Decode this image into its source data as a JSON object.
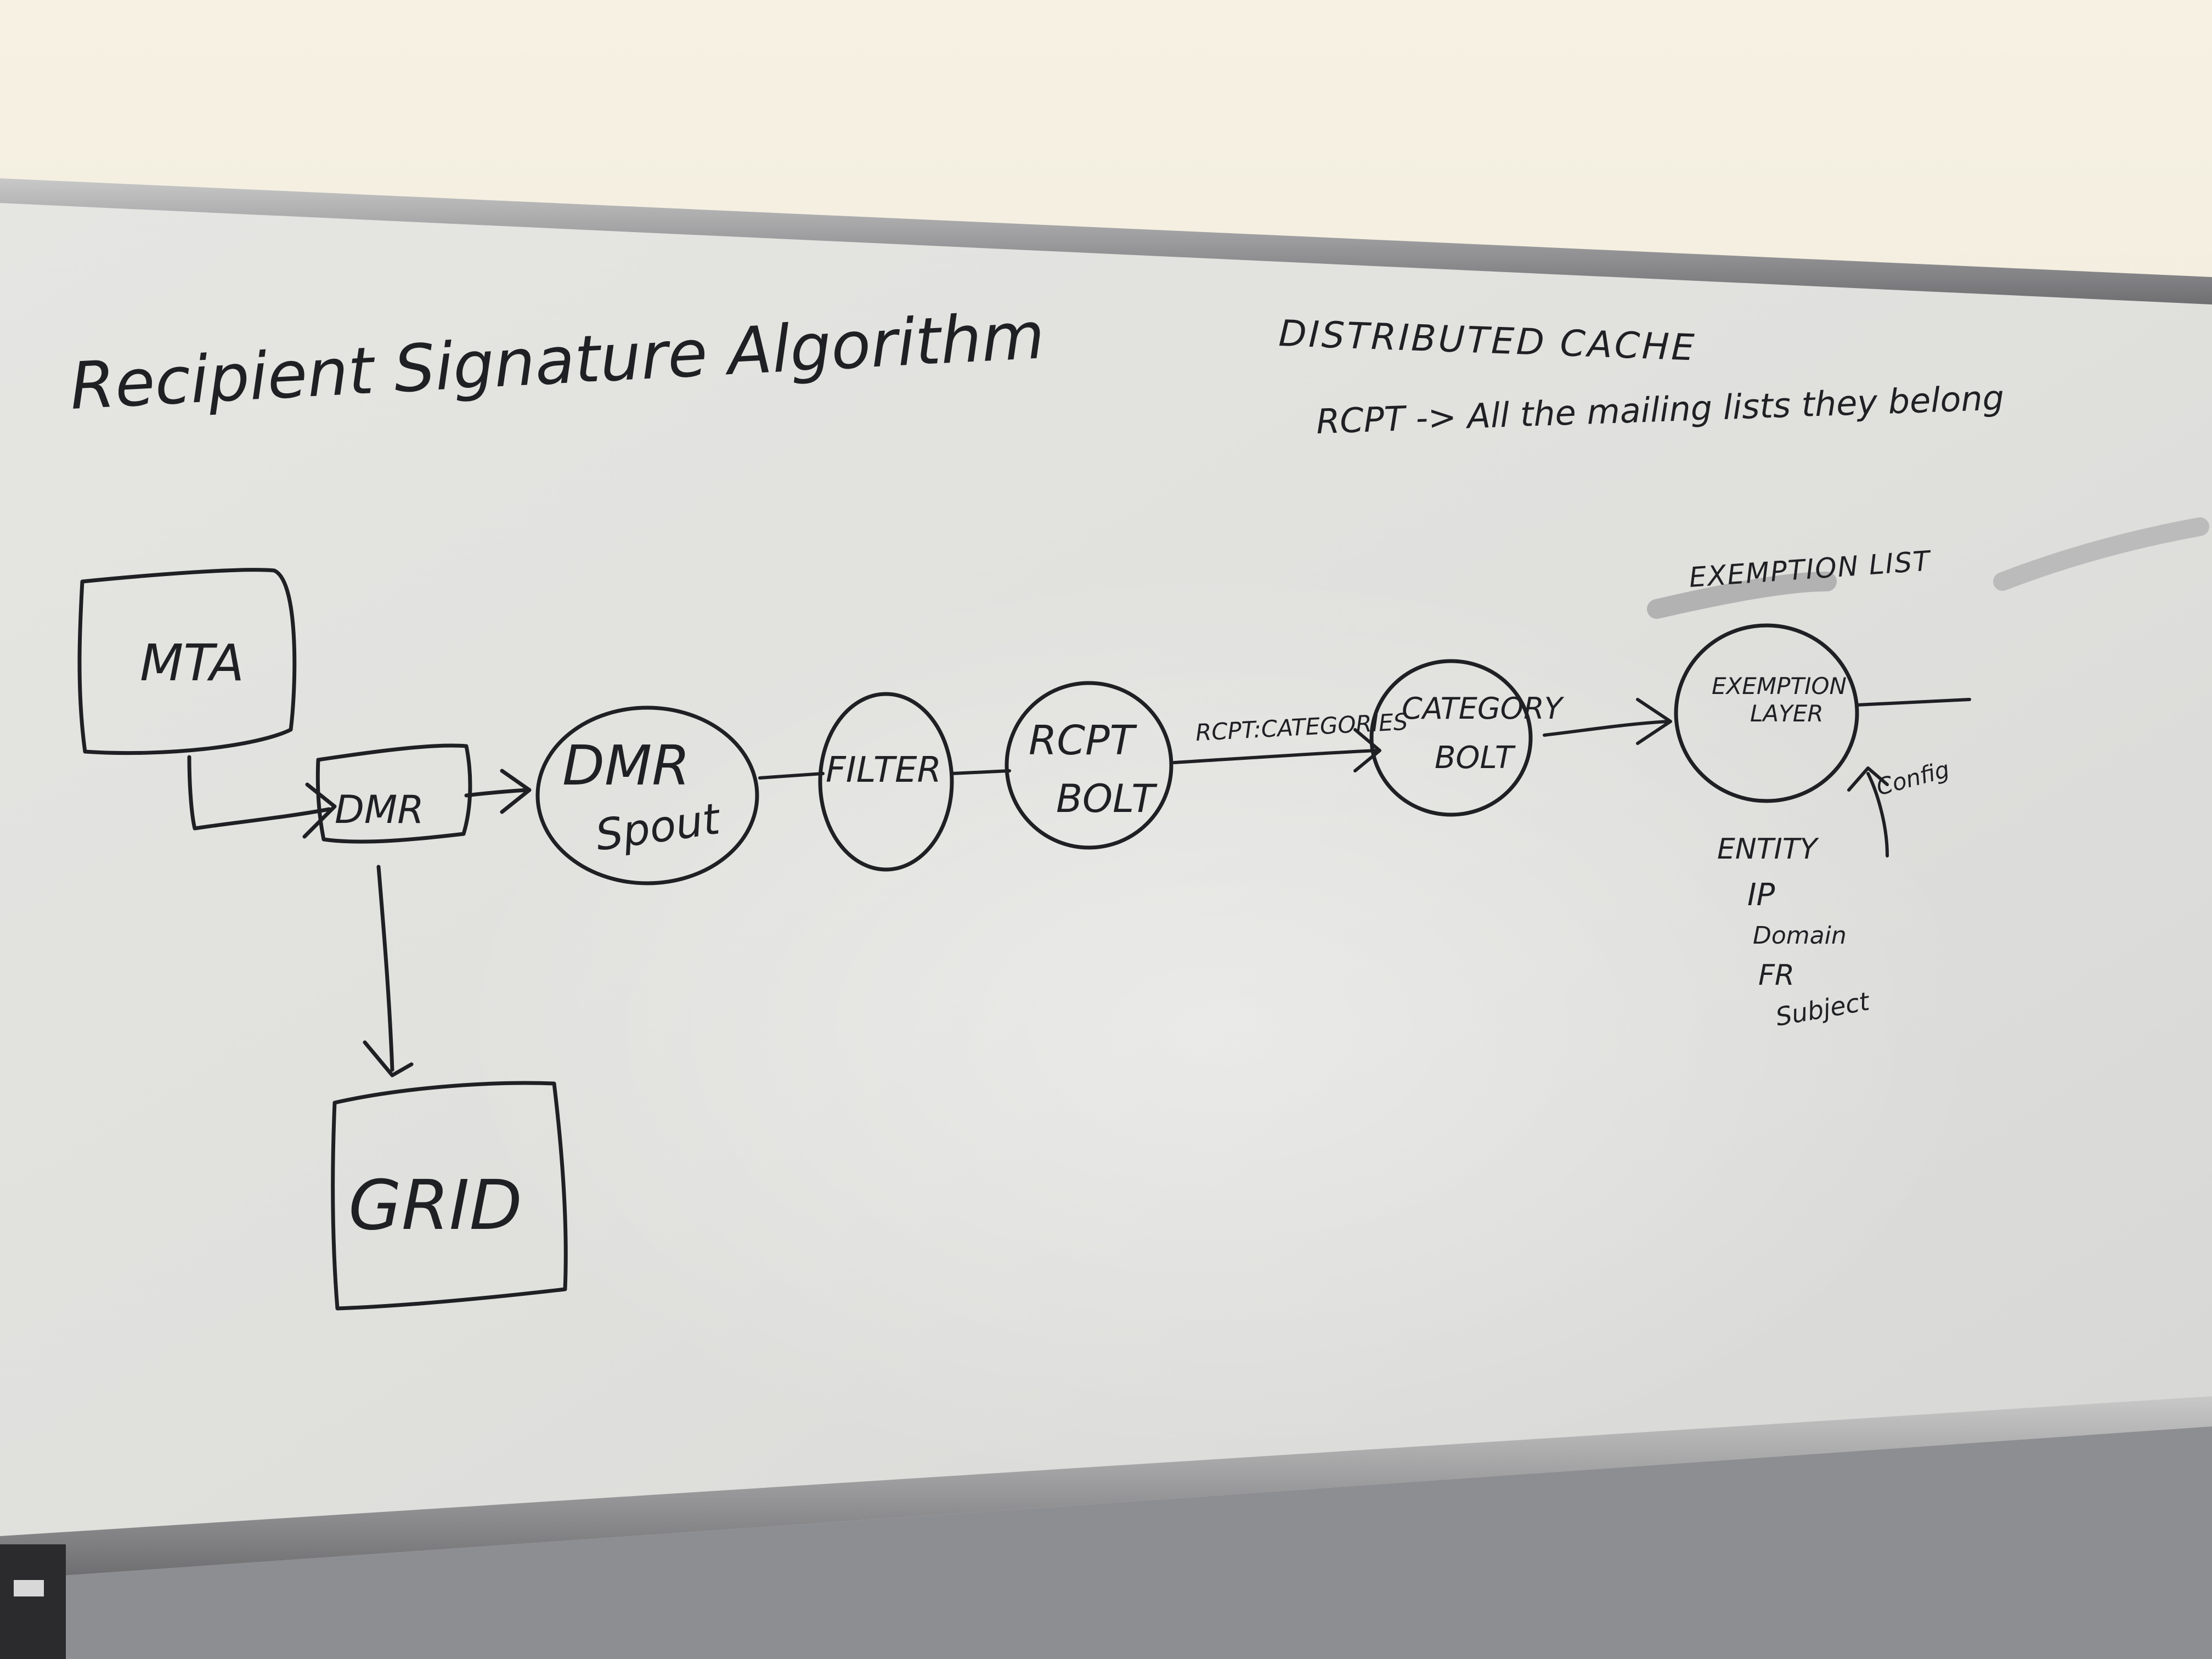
{
  "whiteboard": {
    "title": "Recipient Signature Algorithm",
    "cache_title": "DISTRIBUTED CACHE",
    "cache_note": "RCPT -> All the mailing lists they belong",
    "exemption_list": "EXEMPTION LIST",
    "nodes": {
      "mta": "MTA",
      "dmr_box": "DMR",
      "dmr_spout_line1": "DMR",
      "dmr_spout_line2": "Spout",
      "filter": "FILTER",
      "rcpt_bolt_line1": "RCPT",
      "rcpt_bolt_line2": "BOLT",
      "category_bolt_line1": "CATEGORY",
      "category_bolt_line2": "BOLT",
      "exemption_layer_line1": "EXEMPTION",
      "exemption_layer_line2": "LAYER",
      "grid": "GRID"
    },
    "edge_label": "RCPT:CATEGORIES",
    "config_label": "Config",
    "entity_list": [
      "ENTITY",
      "IP",
      "Domain",
      "FR",
      "Subject"
    ]
  },
  "colors": {
    "board": "#e3e3e1",
    "wall": "#efe9d8",
    "frame": "#a9a9ab",
    "ink": "#1f2024"
  }
}
